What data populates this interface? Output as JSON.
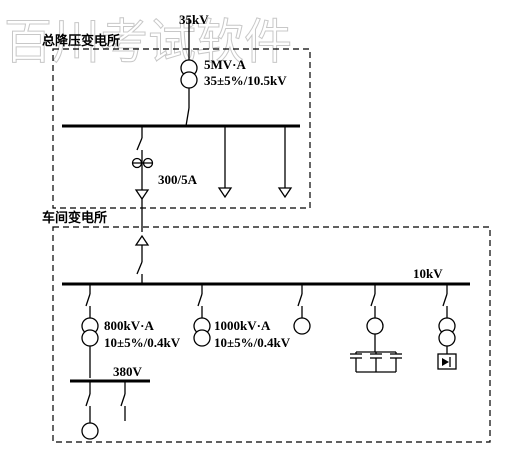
{
  "watermark": "百川考试软件",
  "supply_voltage": "35kV",
  "main_substation": {
    "title": "总降压变电所",
    "transformer_rating": "5MV·A",
    "transformer_ratio": "35±5%/10.5kV",
    "ct_ratio": "300/5A"
  },
  "workshop_substation": {
    "title": "车间变电所",
    "bus_voltage": "10kV",
    "transformers": [
      {
        "rating": "800kV·A",
        "ratio": "10±5%/0.4kV"
      },
      {
        "rating": "1000kV·A",
        "ratio": "10±5%/0.4kV"
      }
    ],
    "lv_bus_voltage": "380V"
  }
}
